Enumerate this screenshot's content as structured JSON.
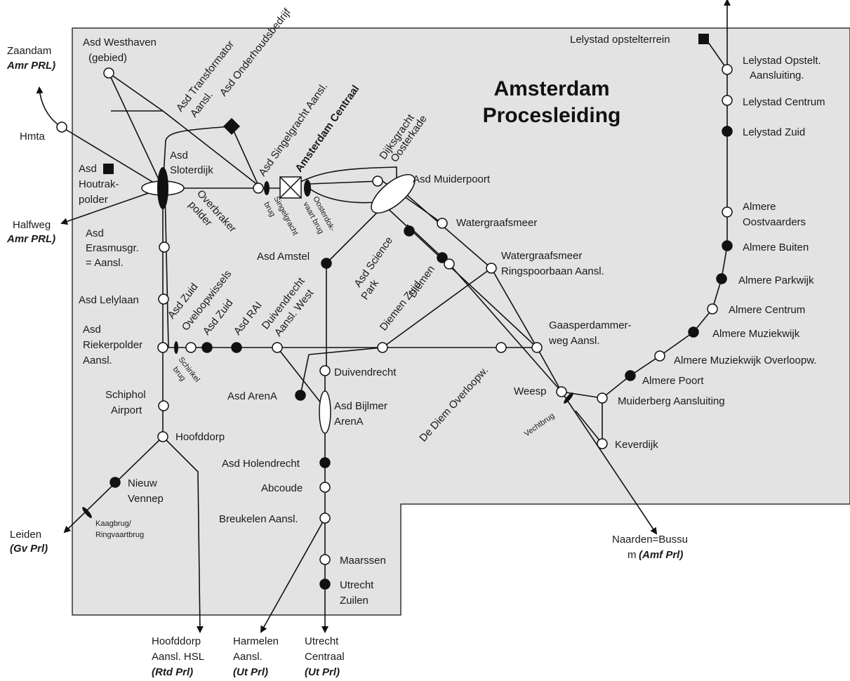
{
  "title": {
    "line1": "Amsterdam",
    "line2": "Procesleiding"
  },
  "labels": {
    "zaandam": "Zaandam",
    "zaandam_prl": "Amr PRL)",
    "hmta": "Hmta",
    "halfweg": "Halfweg",
    "halfweg_prl": "Amr PRL)",
    "asd_westhaven_1": "Asd Westhaven",
    "asd_westhaven_2": "(gebied)",
    "asd_transformator_1": "Asd Transformator",
    "asd_transformator_2": "Aansl.",
    "asd_onderhoud": "Asd Onderhoudsbedrijf",
    "asd_houtrak_1": "Asd",
    "asd_houtrak_2": "Houtrak-",
    "asd_houtrak_3": "polder",
    "asd_sloterdijk_1": "Asd",
    "asd_sloterdijk_2": "Sloterdijk",
    "overbraker_1": "Overbraker",
    "overbraker_2": "polder",
    "singelgracht_aansl": "Asd Singelgracht Aansl.",
    "amsterdam_centraal": "Amsterdam Centraal",
    "dijksgracht_1": "Dijksgracht",
    "dijksgracht_2": "Oosterkade",
    "singelgracht_brug_1": "Singelgracht",
    "singelgracht_brug_2": "brug",
    "oosterdok_1": "Oosterdok-",
    "oosterdok_2": "vaart brug",
    "asd_muiderpoort": "Asd Muiderpoort",
    "watergraafsmeer": "Watergraafsmeer",
    "watergraafsmeer_rsb_1": "Watergraafsmeer",
    "watergraafsmeer_rsb_2": "Ringspoorbaan Aansl.",
    "asd_erasmus_1": "Asd",
    "asd_erasmus_2": "Erasmusgr.",
    "asd_erasmus_3": "= Aansl.",
    "asd_amstel": "Asd Amstel",
    "asd_science_1": "Asd Science",
    "asd_science_2": "Park",
    "diemen": "Diemen",
    "asd_lelylaan": "Asd Lelylaan",
    "asd_zuid_overloop_1": "Asd Zuid",
    "asd_zuid_overloop_2": "Oveloopwissels",
    "asd_zuid": "Asd Zuid",
    "asd_rai": "Asd RAI",
    "duivendrecht_west_1": "Duivendrecht",
    "duivendrecht_west_2": "Aansl. West",
    "diemen_zuid": "Diemen Zuid",
    "gaasperdammerweg_1": "Gaasperdammer-",
    "gaasperdammerweg_2": "weg Aansl.",
    "asd_riekerpolder_1": "Asd",
    "asd_riekerpolder_2": "Riekerpolder",
    "asd_riekerpolder_3": "Aansl.",
    "schinkel_1": "Schinkel",
    "schinkel_2": "brug",
    "duivendrecht": "Duivendrecht",
    "schiphol_1": "Schiphol",
    "schiphol_2": "Airport",
    "asd_arena": "Asd ArenA",
    "asd_bijlmer_1": "Asd Bijlmer",
    "asd_bijlmer_2": "ArenA",
    "de_diem": "De Diem Overloopw.",
    "weesp": "Weesp",
    "vechtbrug": "Vechtbrug",
    "hoofddorp": "Hoofddorp",
    "asd_holendrecht": "Asd Holendrecht",
    "nieuw_vennep_1": "Nieuw",
    "nieuw_vennep_2": "Vennep",
    "abcoude": "Abcoude",
    "breukelen": "Breukelen Aansl.",
    "kaagbrug_1": "Kaagbrug/",
    "kaagbrug_2": "Ringvaartbrug",
    "leiden": "Leiden",
    "leiden_prl": "(Gv Prl)",
    "maarssen": "Maarssen",
    "utrecht_zuilen_1": "Utrecht",
    "utrecht_zuilen_2": "Zuilen",
    "naarden_1": "Naarden=Bussu",
    "naarden_2": "m",
    "naarden_prl": "(Amf Prl)",
    "hoofddorp_hsl_1": "Hoofddorp",
    "hoofddorp_hsl_2": "Aansl. HSL",
    "hoofddorp_hsl_prl": "(Rtd Prl)",
    "harmelen_1": "Harmelen",
    "harmelen_2": "Aansl.",
    "harmelen_prl": "(Ut Prl)",
    "utrecht_c_1": "Utrecht",
    "utrecht_c_2": "Centraal",
    "utrecht_c_prl": "(Ut Prl)",
    "lelystad_opstel": "Lelystad opstelterrein",
    "lelystad_aansl_1": "Lelystad Opstelt.",
    "lelystad_aansl_2": "Aansluiting.",
    "lelystad_centrum": "Lelystad Centrum",
    "lelystad_zuid": "Lelystad Zuid",
    "almere_oost_1": "Almere",
    "almere_oost_2": "Oostvaarders",
    "almere_buiten": "Almere Buiten",
    "almere_parkwijk": "Almere Parkwijk",
    "almere_centrum": "Almere Centrum",
    "almere_muziekwijk": "Almere Muziekwijk",
    "almere_muziek_overloop": "Almere Muziekwijk Overloopw.",
    "almere_poort": "Almere Poort",
    "muiderberg": "Muiderberg Aansluiting",
    "keverdijk": "Keverdijk"
  }
}
